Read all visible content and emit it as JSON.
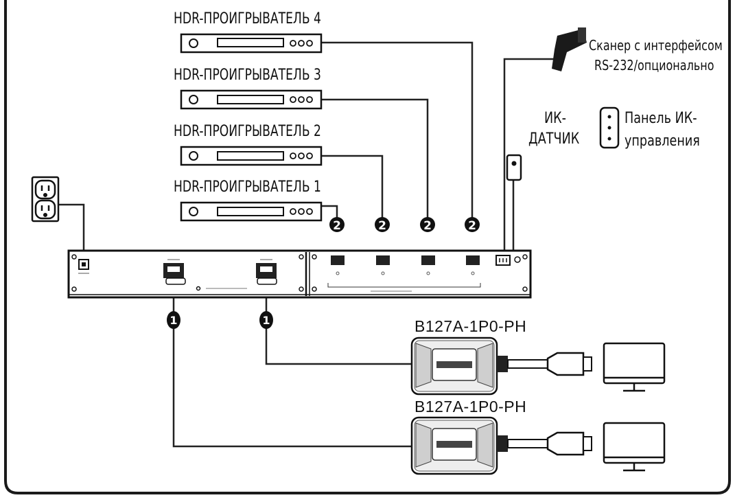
{
  "players": [
    {
      "label": "HDR-ПРОИГРЫВАТЕЛЬ 4",
      "callout": "2"
    },
    {
      "label": "HDR-ПРОИГРЫВАТЕЛЬ 3",
      "callout": "2"
    },
    {
      "label": "HDR-ПРОИГРЫВАТЕЛЬ 2",
      "callout": "2"
    },
    {
      "label": "HDR-ПРОИГРЫВАТЕЛЬ 1",
      "callout": "2"
    }
  ],
  "scanner": {
    "line1": "Сканер с интерфейсом",
    "line2": "RS-232/опционально"
  },
  "ir_sensor": {
    "line1": "ИК-",
    "line2": "ДАТЧИК"
  },
  "ir_panel": {
    "line1": "Панель ИК-",
    "line2": "управления"
  },
  "extenders": [
    {
      "model": "B127A-1P0-PH",
      "callout": "1"
    },
    {
      "model": "B127A-1P0-PH",
      "callout": "1"
    }
  ]
}
